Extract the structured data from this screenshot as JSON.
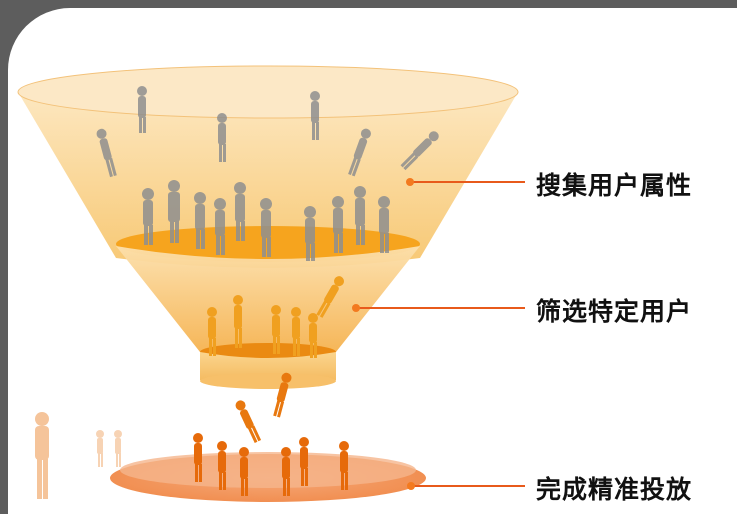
{
  "stages": [
    {
      "label": "搜集用户属性"
    },
    {
      "label": "筛选特定用户"
    },
    {
      "label": "完成精准投放"
    }
  ],
  "colors": {
    "frame": "#5d5d5d",
    "funnel_light": "#fde3b0",
    "funnel_mid": "#f9c46a",
    "funnel_dark": "#f2a531",
    "accent_orange": "#f37a1f",
    "connector": "#e85a1b",
    "people_gray": "#8f8f8f",
    "people_orange": "#e8780f"
  },
  "icons": {
    "people_top": "person-silhouette-gray",
    "people_middle": "person-silhouette-orange",
    "people_bottom": "person-silhouette-orange",
    "connector_dot": "dot-icon"
  }
}
